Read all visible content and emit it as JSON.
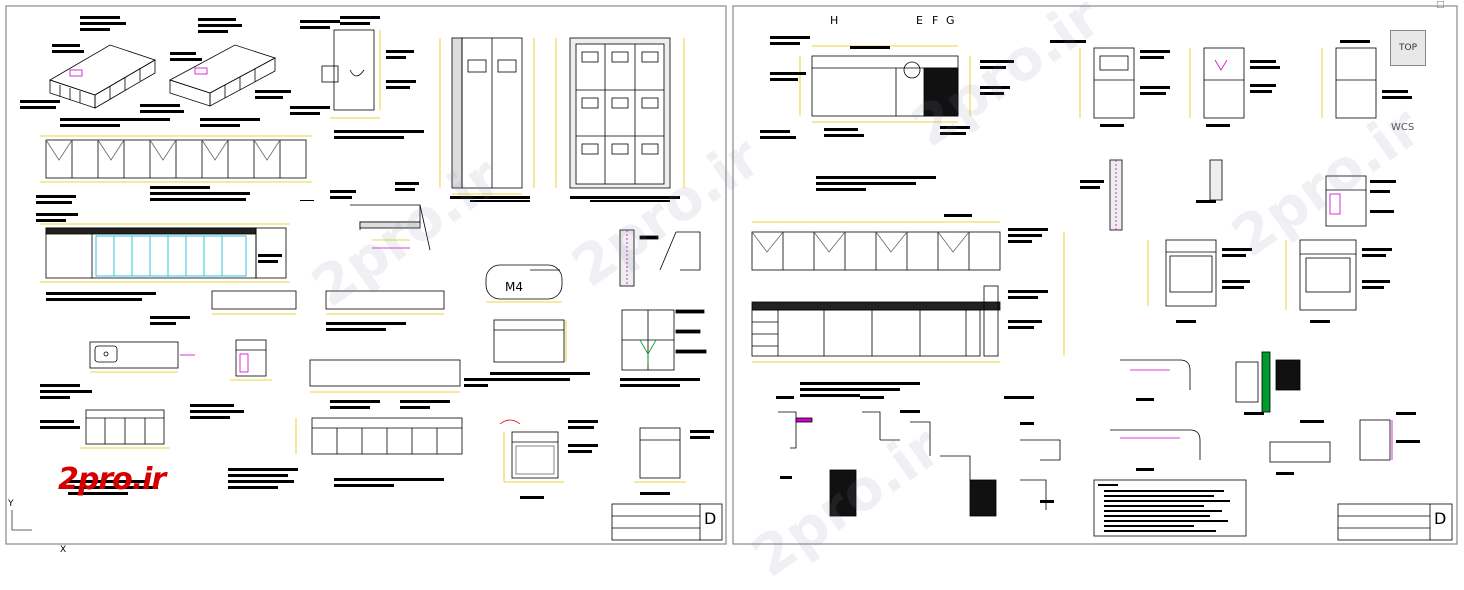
{
  "watermark": {
    "text": "2pro.ir"
  },
  "brand": {
    "text": "2pro.ir",
    "color": "#d40000"
  },
  "viewcube": {
    "label": "TOP"
  },
  "wcs": {
    "label": "WCS"
  },
  "labels": {
    "left_cabinet": "M4",
    "title_letter_left": "D",
    "title_letter_right": "D",
    "section_mark_h": "H",
    "section_mark_e": "E",
    "section_mark_f": "F",
    "section_mark_g": "G",
    "section_mark_x": "X",
    "section_mark_y": "Y"
  },
  "colors": {
    "line": "#000000",
    "yellow": "#e6c800",
    "magenta": "#d100c8",
    "cyan": "#00b6d4",
    "red": "#d40000",
    "green": "#009a2e",
    "frame": "#888888"
  }
}
